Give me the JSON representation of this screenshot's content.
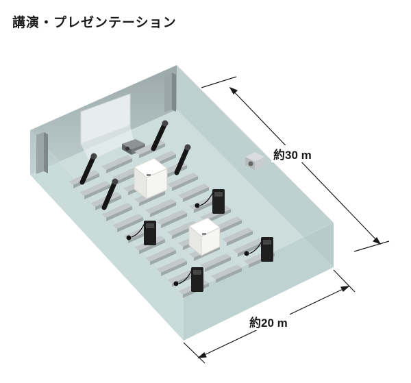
{
  "title": "講演・プレゼンテーション",
  "dimensions": {
    "length": "約30 m",
    "width": "約20 m"
  },
  "scene": {
    "handheld_microphones": 4,
    "bodypack_transmitters": 4,
    "wireless_receivers": 2,
    "wall_speaker": 1,
    "projector": 1,
    "screen": 1,
    "floor_speakers": 2,
    "colors": {
      "room_tint": "#bcd4d2",
      "seats": "#bfc5c6",
      "device_dark": "#222222",
      "receiver": "#f1f1ee"
    }
  }
}
